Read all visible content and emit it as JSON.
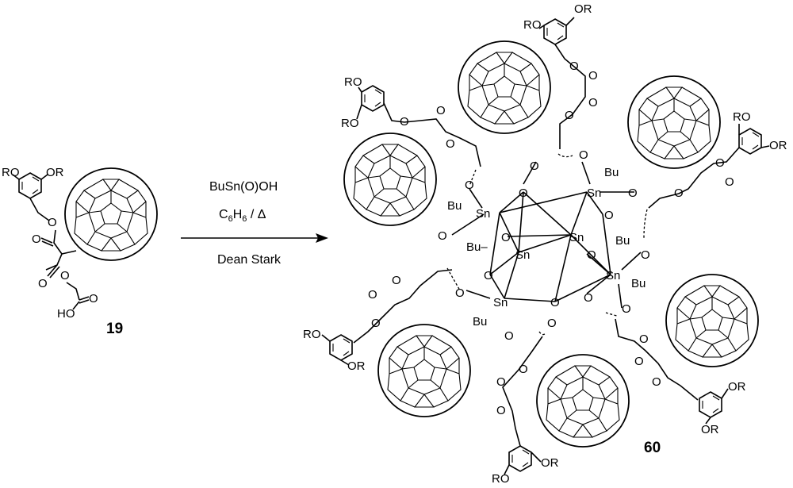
{
  "reactant": {
    "compound_number": "19",
    "substituent": "RO",
    "substituent2": "OR",
    "acid_label": "HO",
    "carbonyl_o": "O"
  },
  "conditions": {
    "reagent": "BuSn(O)OH",
    "solvent_main": "C",
    "solvent_sub": "6",
    "solvent_mid": "H",
    "solvent_sub2": "6",
    "solvent_rest": " / Δ",
    "apparatus": "Dean Stark"
  },
  "product": {
    "compound_number": "60",
    "tin": "Sn",
    "butyl": "Bu",
    "butyl_dash": "Bu–",
    "oxygen": "O",
    "ro": "RO",
    "or": "OR"
  }
}
